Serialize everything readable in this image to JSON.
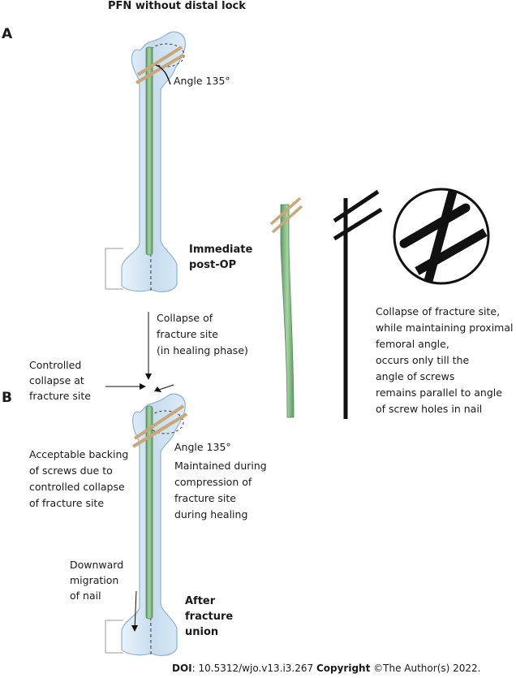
{
  "title": "PFN without distal lock",
  "panels": {
    "a": {
      "letter": "A",
      "angle_label": "Angle 135°",
      "stage_line1": "Immediate",
      "stage_line2": "post-OP"
    },
    "b": {
      "letter": "B",
      "angle_label": "Angle 135°",
      "stage_line1": "After",
      "stage_line2": "fracture",
      "stage_line3": "union",
      "maintained_lines": [
        "Maintained during",
        "compression of",
        "fracture site",
        "during healing"
      ],
      "controlled_lines": [
        "Controlled",
        "collapse at",
        "fracture site"
      ],
      "backing_lines": [
        "Acceptable backing",
        "of screws due to",
        "controlled collapse",
        "of fracture site"
      ],
      "migration_lines": [
        "Downward",
        "migration",
        "of nail"
      ]
    }
  },
  "transition_lines": [
    "Collapse of",
    "fracture site",
    "(in healing phase)"
  ],
  "explanation_lines": [
    "Collapse of fracture site,",
    "while maintaining proximal",
    "femoral angle,",
    "occurs only till the",
    "angle of screws",
    "remains parallel to angle",
    "of screw holes in nail"
  ],
  "footer": {
    "doi_label": "DOI",
    "doi_value": ": 10.5312/wjo.v13.i3.267",
    "copyright_label": "Copyright",
    "copyright_value": " ©The Author(s) 2022."
  },
  "colors": {
    "bone_fill": "#cfe3f3",
    "bone_stroke": "#8fb3d1",
    "nail": "#8cbf8a",
    "nail_dark": "#4e8a55",
    "screw": "#c9a779",
    "schematic": "#111111"
  }
}
